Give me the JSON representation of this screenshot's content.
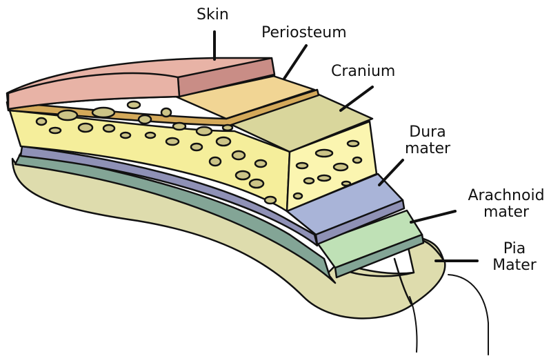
{
  "labels": {
    "skin": "Skin",
    "periosteum": "Periosteum",
    "cranium": "Cranium",
    "dura_line1": "Dura",
    "dura_line2": "mater",
    "arachnoid_line1": "Arachnoid",
    "arachnoid_line2": "mater",
    "pia_line1": "Pia",
    "pia_line2": "Mater"
  },
  "colors": {
    "skin": "#e8b3a6",
    "skin_cut": "#c98d86",
    "periosteum": "#f1d594",
    "periosteum_edge": "#d4a95a",
    "cranium": "#f5ee9b",
    "cranium_cut": "#fbf5b0",
    "cranium_top": "#d9d69c",
    "dura": "#8f91b6",
    "dura_top": "#a9b4d8",
    "arachnoid": "#83a596",
    "arachnoid_top": "#bfe1b6",
    "pia": "#dedcad",
    "outline": "#111111"
  }
}
